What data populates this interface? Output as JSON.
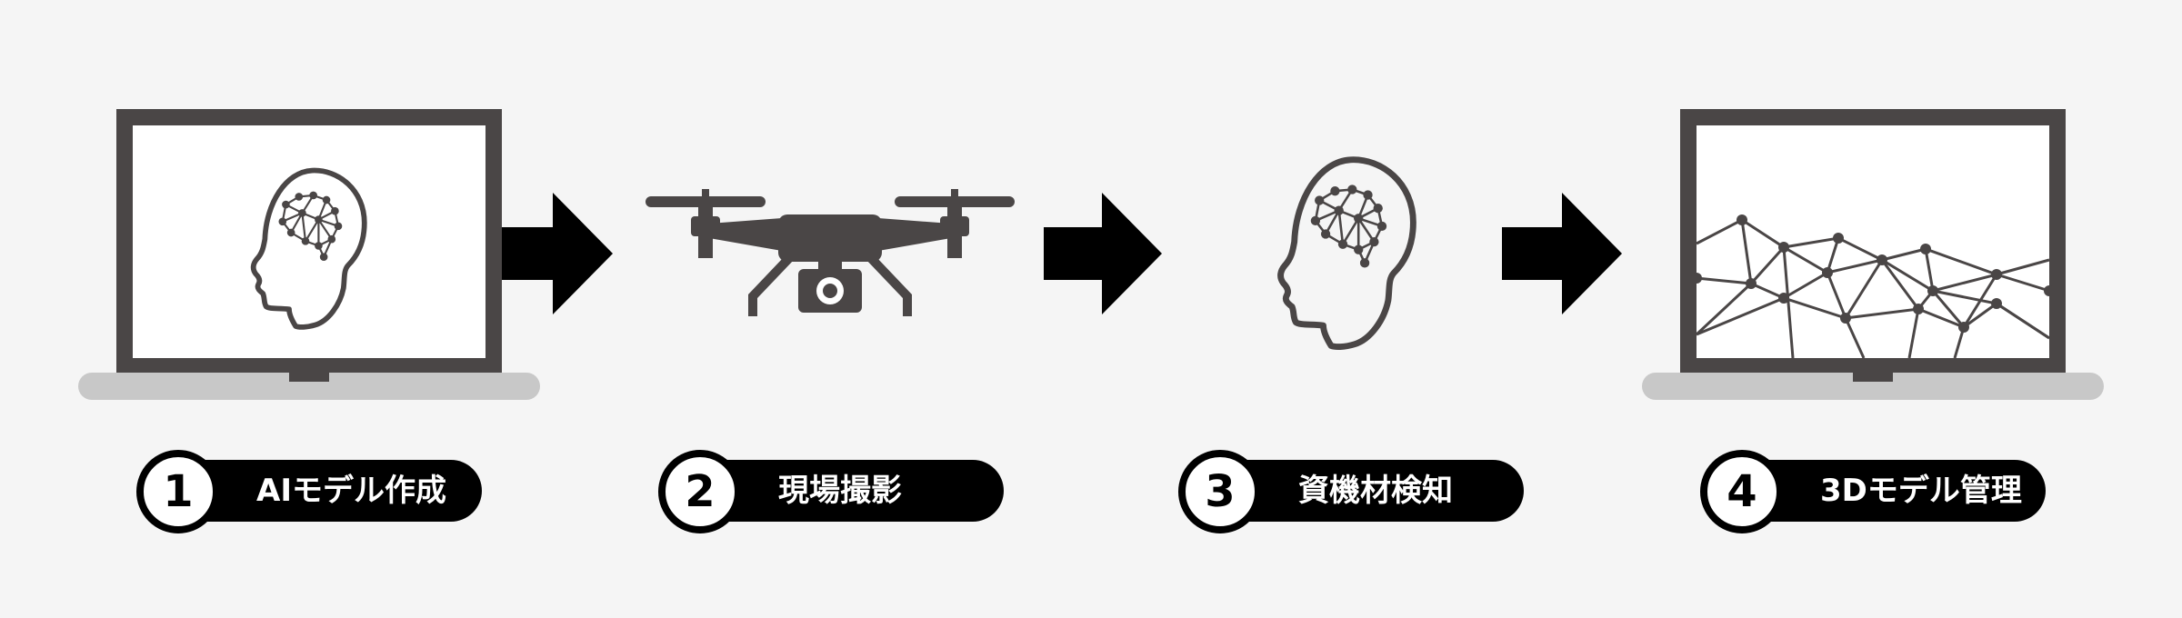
{
  "steps": [
    {
      "number": "1",
      "label": "AIモデル作成",
      "icon": "laptop-brain-icon"
    },
    {
      "number": "2",
      "label": "現場撮影",
      "icon": "drone-icon"
    },
    {
      "number": "3",
      "label": "資機材検知",
      "icon": "brain-head-icon"
    },
    {
      "number": "4",
      "label": "3Dモデル管理",
      "icon": "laptop-3d-mesh-icon"
    }
  ],
  "colors": {
    "icon_dark": "#4a4646",
    "arrow": "#000000",
    "laptop_base": "#c8c8c8",
    "background": "#f5f5f5"
  }
}
